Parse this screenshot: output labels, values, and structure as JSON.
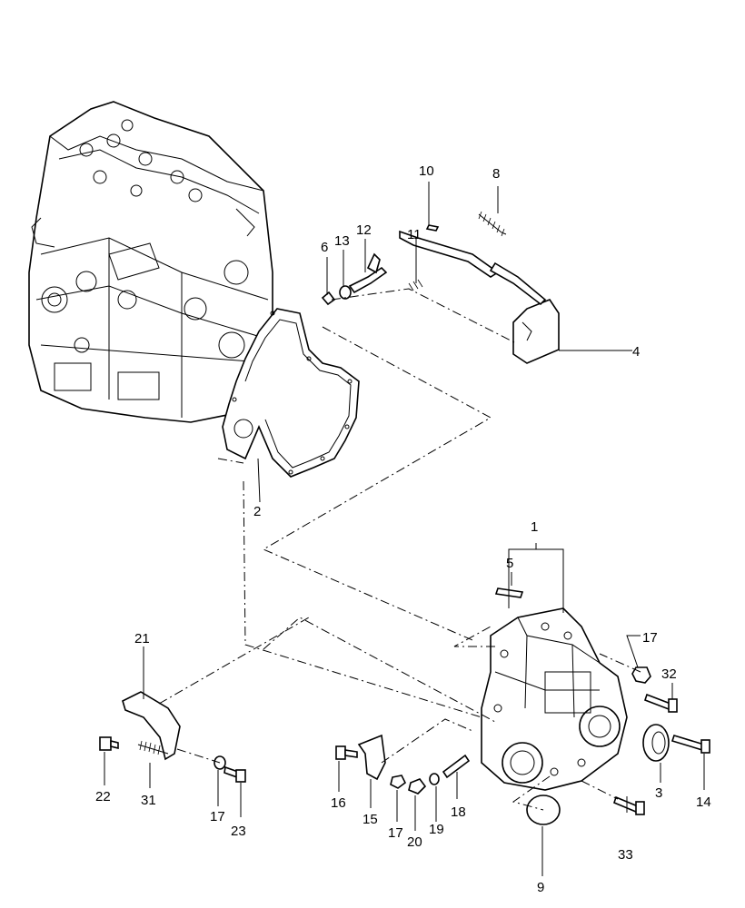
{
  "callouts": {
    "c1": "1",
    "c2": "2",
    "c3": "3",
    "c4": "4",
    "c5": "5",
    "c6": "6",
    "c8": "8",
    "c9": "9",
    "c10": "10",
    "c11": "11",
    "c12": "12",
    "c13": "13",
    "c14": "14",
    "c15": "15",
    "c16": "16",
    "c17a": "17",
    "c17b": "17",
    "c17c": "17",
    "c18": "18",
    "c19": "19",
    "c20": "20",
    "c21": "21",
    "c22": "22",
    "c23": "23",
    "c31": "31",
    "c32": "32",
    "c33": "33"
  }
}
